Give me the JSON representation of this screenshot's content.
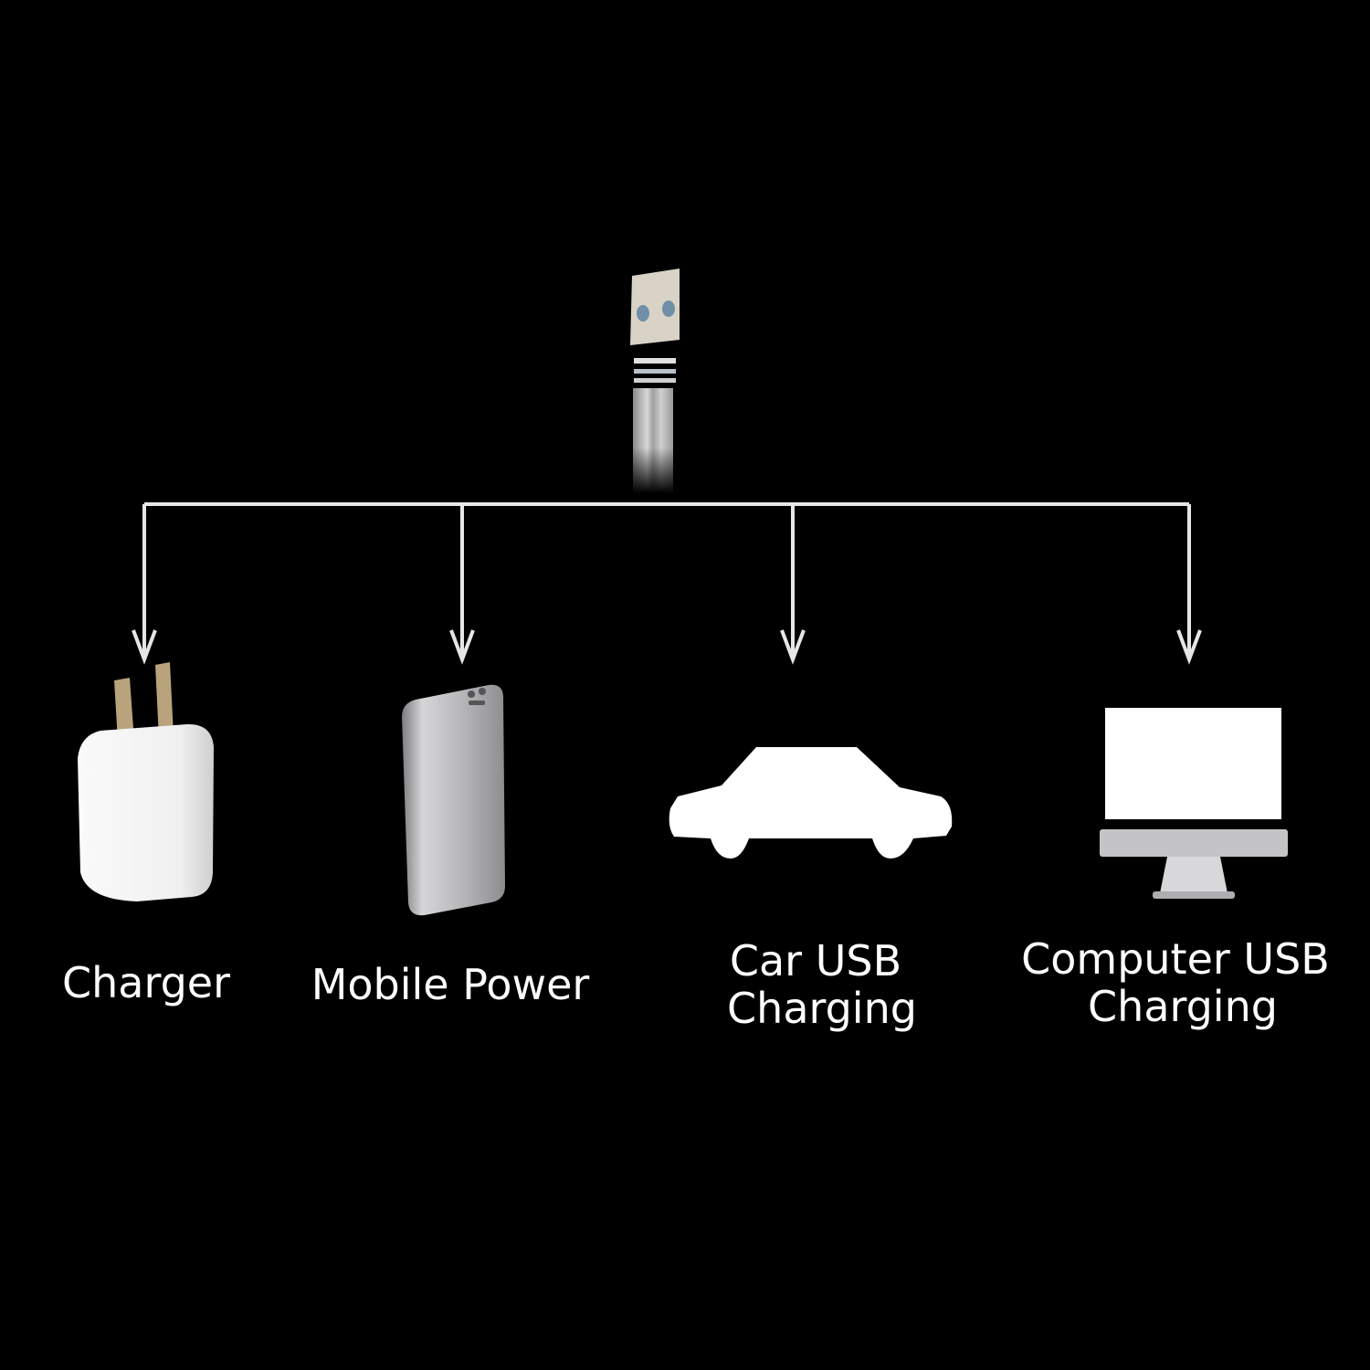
{
  "diagram": {
    "source": "USB connector",
    "line_color": "#e6e6e6",
    "targets": [
      {
        "lines": [
          "Charger"
        ]
      },
      {
        "lines": [
          "Mobile Power"
        ]
      },
      {
        "lines": [
          "Car USB",
          "Charging"
        ]
      },
      {
        "lines": [
          "Computer USB",
          "Charging"
        ]
      }
    ]
  }
}
